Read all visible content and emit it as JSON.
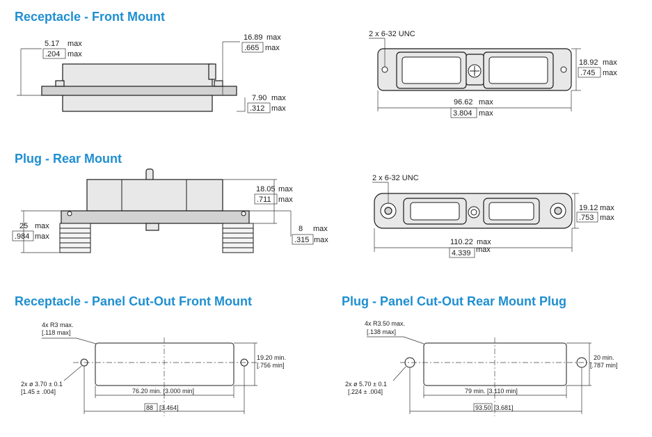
{
  "headings": {
    "rec_front": "Receptacle - Front Mount",
    "plug_rear": "Plug - Rear Mount",
    "rec_cutout": "Receptacle - Panel Cut-Out Front Mount",
    "plug_cutout": "Plug - Panel Cut-Out Rear Mount Plug"
  },
  "rec_side": {
    "h_mm": "5.17",
    "h_max": "max",
    "h_in": ".204",
    "h_in_max": "max",
    "t_mm": "16.89",
    "t_max": "max",
    "t_in": ".665",
    "t_in_max": "max",
    "f_mm": "7.90",
    "f_max": "max",
    "f_in": ".312",
    "f_in_max": "max"
  },
  "rec_front_view": {
    "thread": "2 x 6-32 UNC",
    "h_mm": "18.92",
    "h_max": "max",
    "h_in": ".745",
    "h_in_max": "max",
    "w_mm": "96.62",
    "w_max": "max",
    "w_in": "3.804",
    "w_in_max": "max"
  },
  "plug_side": {
    "a_mm": "18.05",
    "a_max": "max",
    "a_in": ".711",
    "a_in_max": "max",
    "b_mm": "25",
    "b_max": "max",
    "b_in": ".984",
    "b_in_max": "max",
    "c_mm": "8",
    "c_max": "max",
    "c_in": ".315",
    "c_in_max": "max"
  },
  "plug_front_view": {
    "thread": "2 x 6-32 UNC",
    "h_mm": "19.12",
    "h_max": "max",
    "h_in": ".753",
    "h_in_max": "max",
    "w_mm": "110.22",
    "w_max": "max",
    "w_in": "4.339",
    "w_in_max": "max"
  },
  "rec_cut": {
    "radius_mm": "4x R3 max.",
    "radius_in": "[.118 max]",
    "hole_mm": "2x ø 3.70 ± 0.1",
    "hole_in": "[1.45 ± .004]",
    "h_mm": "19.20 min.",
    "h_in": "[.756 min]",
    "w": "76.20 min. [3.000 min]",
    "pitch_mm": "88",
    "pitch_in": "[3.464]"
  },
  "plug_cut": {
    "radius_mm": "4x R3.50 max.",
    "radius_in": "[.138 max]",
    "hole_mm": "2x ø 5.70 ± 0.1",
    "hole_in": "[.224 ± .004]",
    "h_mm": "20 min.",
    "h_in": "[.787 min]",
    "w": "79 min. [3.110 min]",
    "pitch_mm": "93.50",
    "pitch_in": "[3.681]"
  }
}
